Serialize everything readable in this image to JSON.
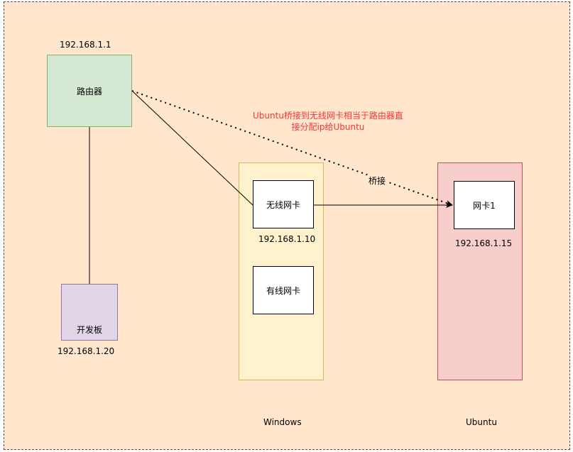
{
  "colors": {
    "background": "#ffe6cc",
    "router_fill": "#d5e8d4",
    "router_border": "#82b366",
    "board_fill": "#e1d5e7",
    "board_border": "#9673a6",
    "windows_fill": "#fff2cc",
    "windows_border": "#d6b656",
    "ubuntu_fill": "#f8cecc",
    "ubuntu_border": "#b85450",
    "nic_fill": "#ffffff",
    "nic_border": "#000000",
    "annotation_text": "#ff3333",
    "line": "#000000"
  },
  "router": {
    "label": "路由器",
    "ip": "192.168.1.1"
  },
  "board": {
    "label": "开发板",
    "ip": "192.168.1.20"
  },
  "windows": {
    "label": "Windows",
    "wireless_nic": {
      "label": "无线网卡",
      "ip": "192.168.1.10"
    },
    "wired_nic": {
      "label": "有线网卡"
    }
  },
  "ubuntu": {
    "label": "Ubuntu",
    "nic": {
      "label": "网卡1",
      "ip": "192.168.1.15"
    }
  },
  "bridge_label": "桥接",
  "annotation": {
    "line1": "Ubuntu桥接到无线网卡相当于路由器直",
    "line2": "接分配ip给Ubuntu"
  }
}
